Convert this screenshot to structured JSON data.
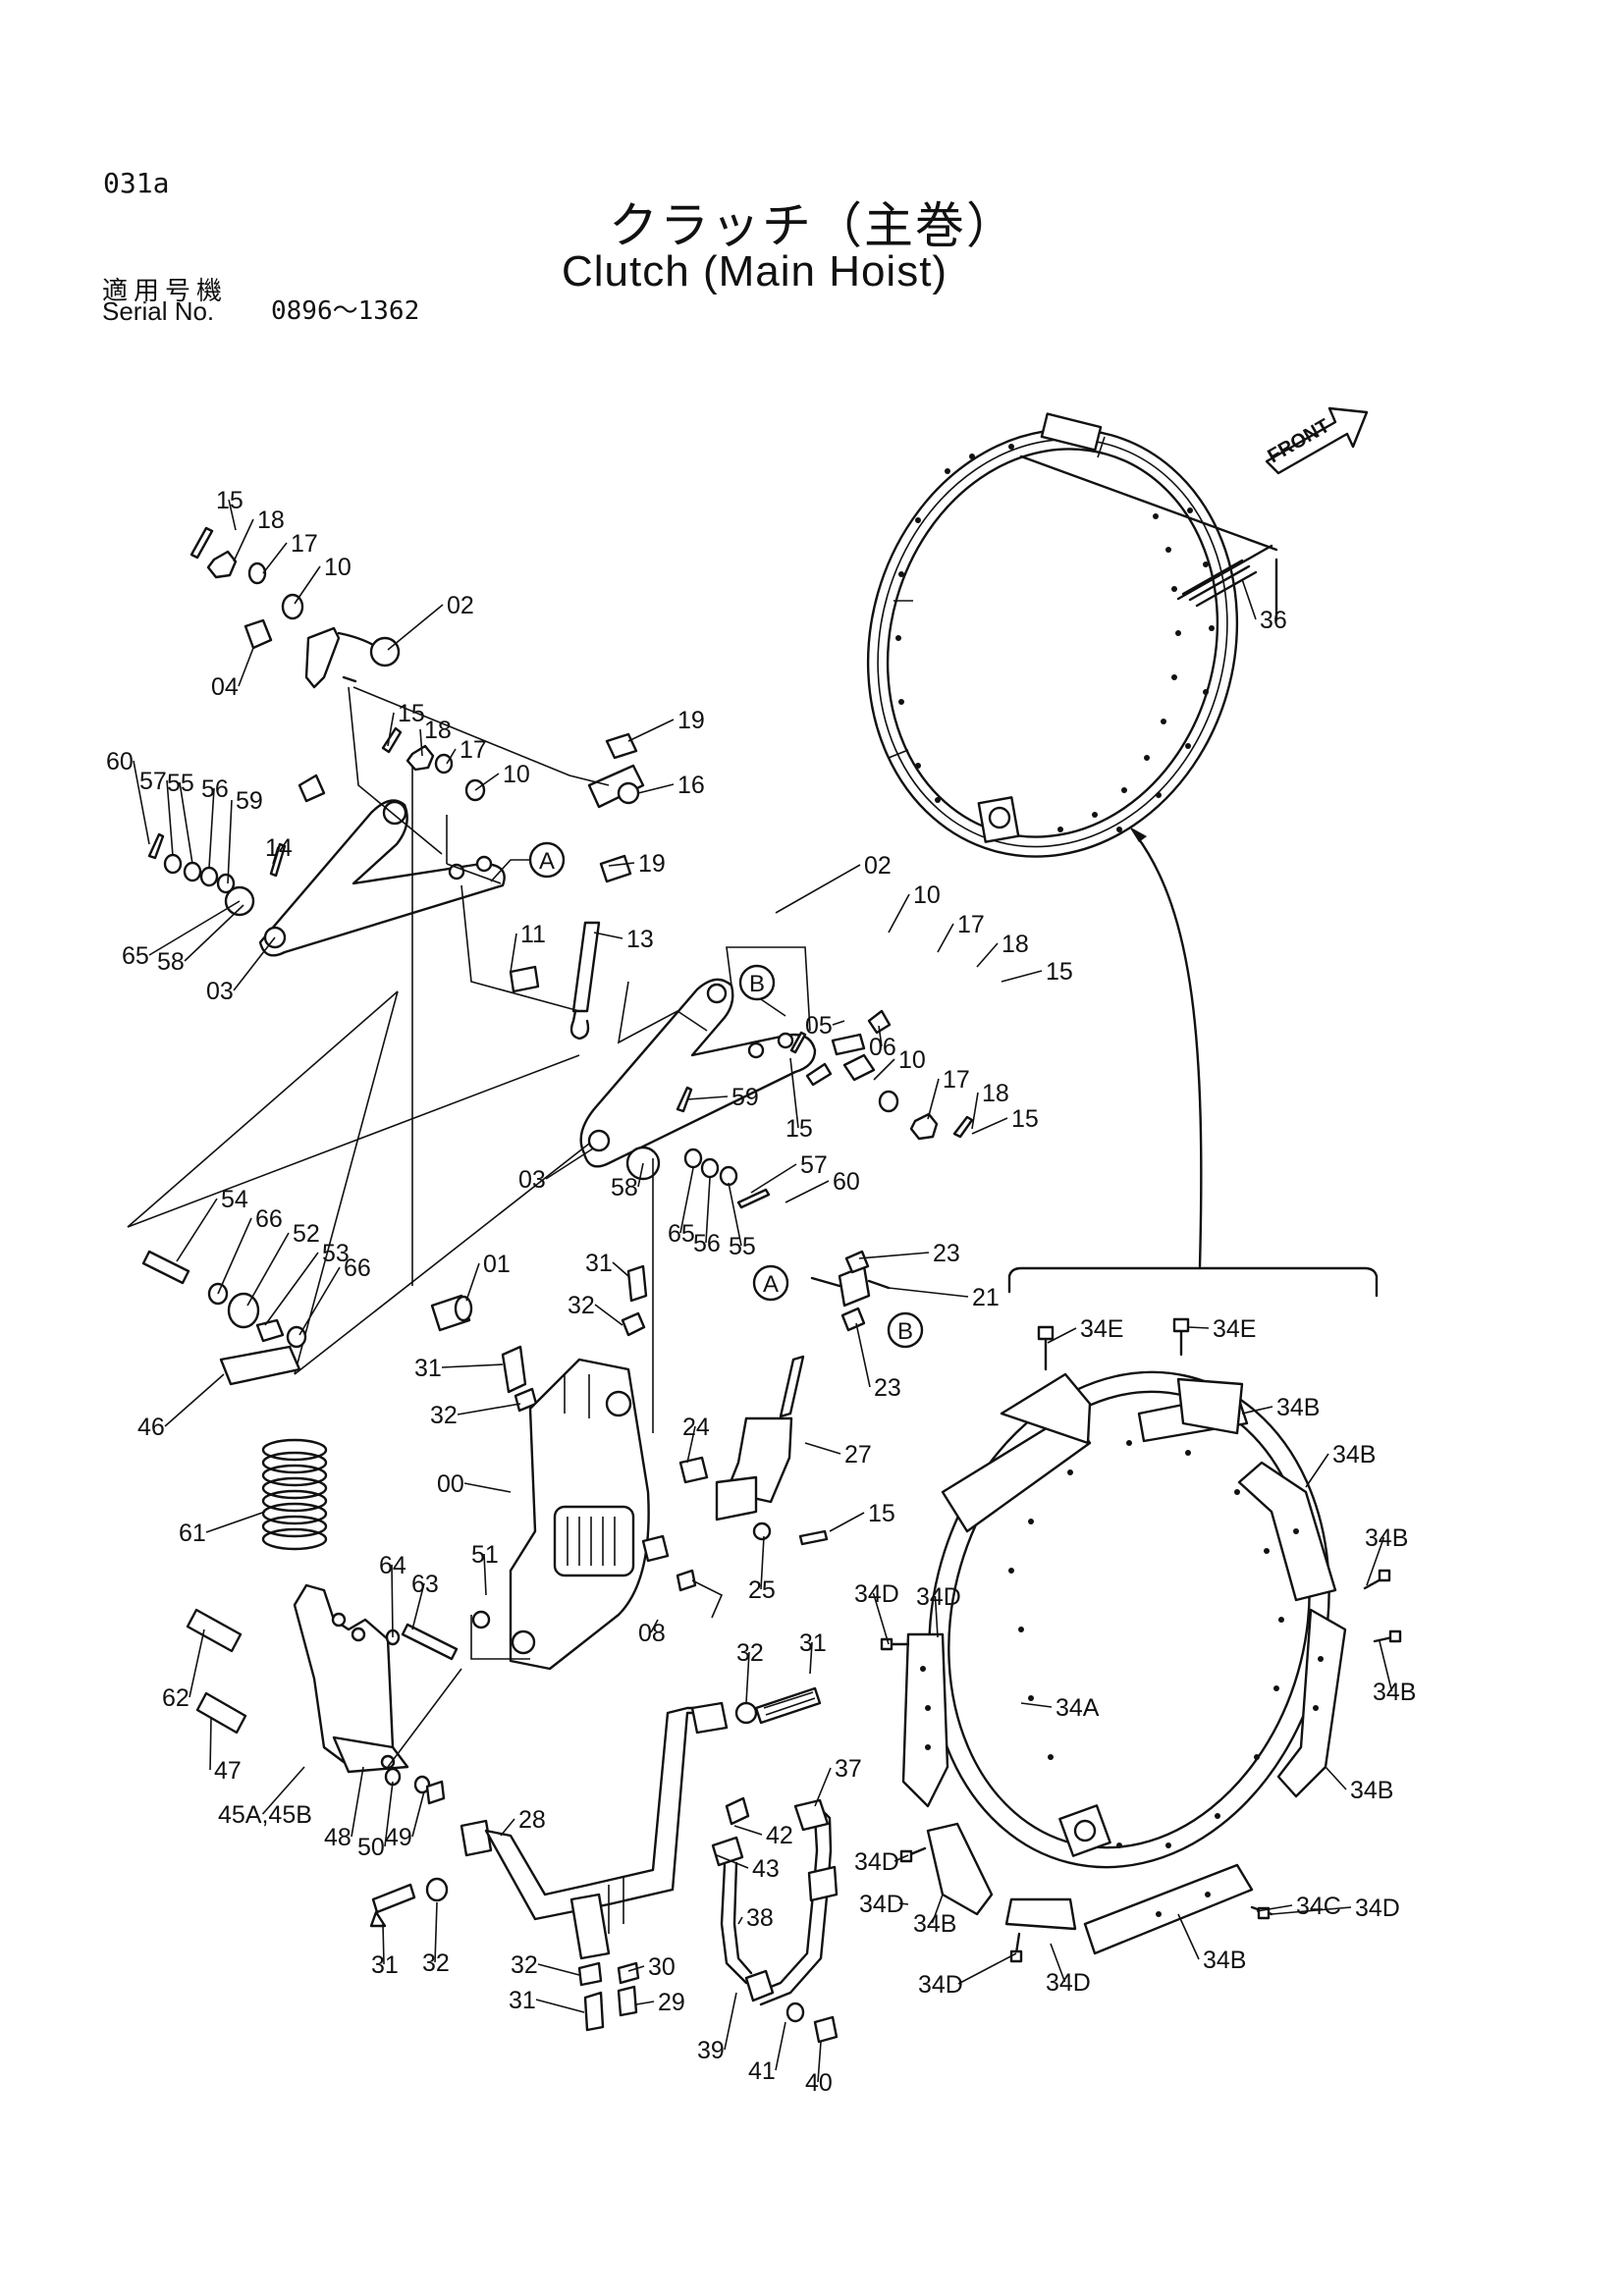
{
  "header": {
    "page_code": "031a",
    "title_jp": "クラッチ（主巻）",
    "title_en": "Clutch (Main Hoist)",
    "serial_label_jp": "適用号機",
    "serial_label_en": "Serial No.",
    "serial_range": "0896～1362"
  },
  "front_label": "FRONT",
  "callouts": {
    "A": "A",
    "B": "B"
  },
  "part_labels": [
    "15",
    "18",
    "17",
    "10",
    "02",
    "04",
    "15",
    "18",
    "17",
    "10",
    "19",
    "16",
    "19",
    "60",
    "57",
    "55",
    "56",
    "59",
    "14",
    "65",
    "58",
    "03",
    "A",
    "11",
    "13",
    "02",
    "10",
    "17",
    "18",
    "15",
    "B",
    "05",
    "06",
    "10",
    "17",
    "18",
    "15",
    "59",
    "15",
    "03",
    "58",
    "65",
    "56",
    "55",
    "57",
    "60",
    "54",
    "66",
    "52",
    "53",
    "66",
    "46",
    "01",
    "31",
    "32",
    "31",
    "32",
    "23",
    "21",
    "A",
    "B",
    "23",
    "36",
    "34E",
    "34E",
    "34B",
    "34B",
    "34B",
    "34D",
    "34D",
    "34B",
    "34D",
    "34A",
    "34B",
    "34D",
    "34B",
    "34D",
    "34D",
    "34C",
    "34B",
    "34D",
    "61",
    "00",
    "24",
    "27",
    "15",
    "51",
    "25",
    "08",
    "64",
    "63",
    "62",
    "47",
    "45A,45B",
    "48",
    "50",
    "49",
    "32",
    "31",
    "37",
    "28",
    "42",
    "43",
    "38",
    "31",
    "32",
    "32",
    "30",
    "31",
    "29",
    "39",
    "41",
    "40"
  ]
}
